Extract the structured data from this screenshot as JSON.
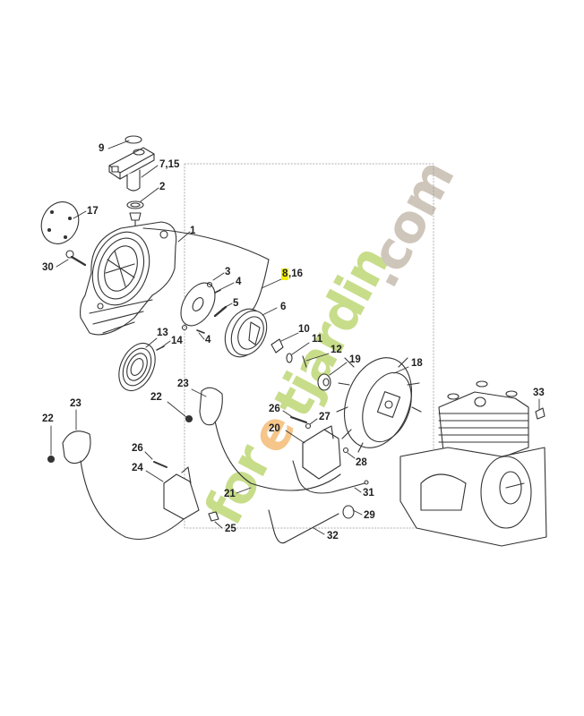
{
  "diagram": {
    "type": "exploded parts diagram",
    "subject": "Rewind starter, ignition module and engine",
    "highlighted_part": "8,16",
    "colors": {
      "line": "#333333",
      "highlight": "#f2ef00",
      "watermark_green": "#c8dd8a",
      "watermark_orange": "#f5c58a",
      "watermark_grey": "#cfc6bb"
    }
  },
  "watermark": {
    "part1": "for",
    "part2": "e",
    "part3": "tjardin",
    "part4": ".com"
  },
  "callouts": [
    {
      "id": "9",
      "label": "9"
    },
    {
      "id": "7_15",
      "label": "7,15"
    },
    {
      "id": "2",
      "label": "2"
    },
    {
      "id": "17",
      "label": "17"
    },
    {
      "id": "1",
      "label": "1"
    },
    {
      "id": "30",
      "label": "30"
    },
    {
      "id": "3",
      "label": "3"
    },
    {
      "id": "4a",
      "label": "4"
    },
    {
      "id": "8_16a",
      "label": "8"
    },
    {
      "id": "8_16b",
      "label": ",16"
    },
    {
      "id": "5",
      "label": "5"
    },
    {
      "id": "6",
      "label": "6"
    },
    {
      "id": "13",
      "label": "13"
    },
    {
      "id": "14",
      "label": "14"
    },
    {
      "id": "4b",
      "label": "4"
    },
    {
      "id": "10",
      "label": "10"
    },
    {
      "id": "11",
      "label": "11"
    },
    {
      "id": "12",
      "label": "12"
    },
    {
      "id": "19",
      "label": "19"
    },
    {
      "id": "18",
      "label": "18"
    },
    {
      "id": "23a",
      "label": "23"
    },
    {
      "id": "22a",
      "label": "22"
    },
    {
      "id": "23b",
      "label": "23"
    },
    {
      "id": "22b",
      "label": "22"
    },
    {
      "id": "26a",
      "label": "26"
    },
    {
      "id": "27",
      "label": "27"
    },
    {
      "id": "20",
      "label": "20"
    },
    {
      "id": "28",
      "label": "28"
    },
    {
      "id": "33",
      "label": "33"
    },
    {
      "id": "26b",
      "label": "26"
    },
    {
      "id": "24",
      "label": "24"
    },
    {
      "id": "21",
      "label": "21"
    },
    {
      "id": "31",
      "label": "31"
    },
    {
      "id": "29",
      "label": "29"
    },
    {
      "id": "25",
      "label": "25"
    },
    {
      "id": "32",
      "label": "32"
    }
  ]
}
